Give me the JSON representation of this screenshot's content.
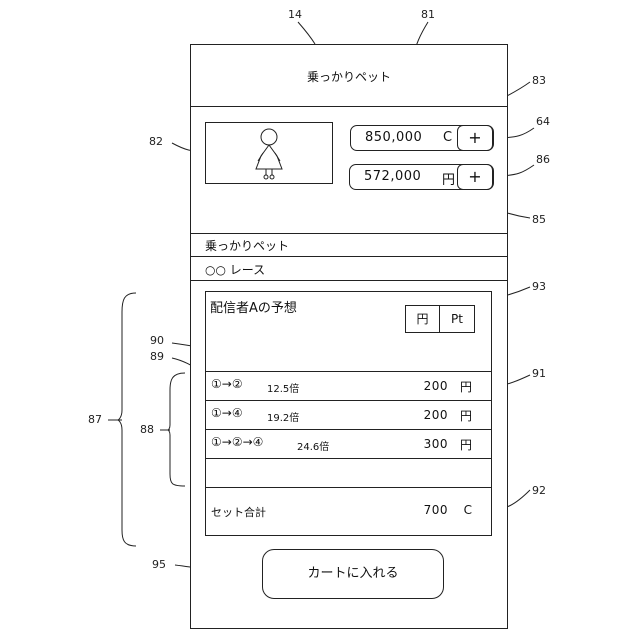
{
  "refs": {
    "r14": "14",
    "r81": "81",
    "r83": "83",
    "r82": "82",
    "r64": "64",
    "r86": "86",
    "r85": "85",
    "r93": "93",
    "r90": "90",
    "r89": "89",
    "r91": "91",
    "r87": "87",
    "r88": "88",
    "r92": "92",
    "r95": "95"
  },
  "header": {
    "title": "乗っかりペット"
  },
  "pet": {
    "icon": "pet-character-icon"
  },
  "balances": [
    {
      "value": "850,000",
      "unit": "C",
      "add": "+"
    },
    {
      "value": "572,000",
      "unit": "円",
      "add": "+"
    }
  ],
  "section": {
    "pet_name": "乗っかりペット",
    "race": "○○ レース"
  },
  "forecast": {
    "title": "配信者Aの予想",
    "toggle": [
      "円",
      "Pt"
    ],
    "rows": [
      {
        "combo": "①→②",
        "odds": "12.5倍",
        "amount": "200",
        "unit": "円"
      },
      {
        "combo": "①→④",
        "odds": "19.2倍",
        "amount": "200",
        "unit": "円"
      },
      {
        "combo": "①→②→④",
        "odds": "24.6倍",
        "amount": "300",
        "unit": "円"
      }
    ],
    "total_label": "セット合計",
    "total_amount": "700",
    "total_unit": "C"
  },
  "cart": {
    "label": "カートに入れる"
  }
}
